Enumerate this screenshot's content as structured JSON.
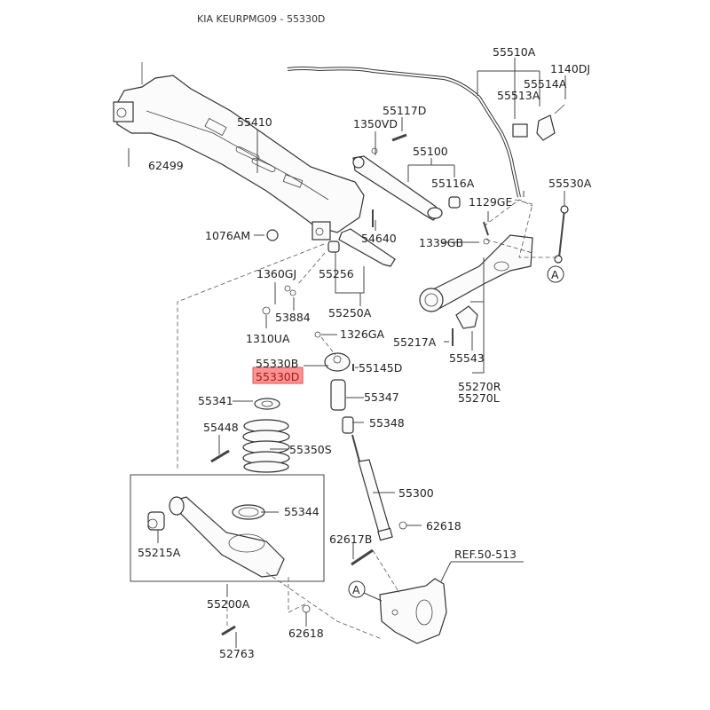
{
  "title": "KIA KEURPMG09 - 55330D",
  "highlight": {
    "part": "55330D",
    "color": "#ff8080",
    "border": "#e03030"
  },
  "labels": {
    "p55510A": "55510A",
    "p1140DJ": "1140DJ",
    "p55514A": "55514A",
    "p55513A": "55513A",
    "p55410": "55410",
    "p1350VD": "1350VD",
    "p55117D": "55117D",
    "p55100": "55100",
    "p62499": "62499",
    "p55116A": "55116A",
    "p55530A": "55530A",
    "p1129GE": "1129GE",
    "p1076AM": "1076AM",
    "p54640": "54640",
    "p1339GB": "1339GB",
    "p1360GJ": "1360GJ",
    "p55256": "55256",
    "pA1": "A",
    "p53884": "53884",
    "p55250A": "55250A",
    "p1310UA": "1310UA",
    "p1326GA": "1326GA",
    "p55217A": "55217A",
    "p55330B": "55330B",
    "p55330D": "55330D",
    "p55145D": "55145D",
    "p55543": "55543",
    "p55270R": "55270R",
    "p55270L": "55270L",
    "p55341": "55341",
    "p55347": "55347",
    "p55348": "55348",
    "p55448": "55448",
    "p55350S": "55350S",
    "p55300": "55300",
    "p55344": "55344",
    "p62618a": "62618",
    "p62617B": "62617B",
    "p55215A": "55215A",
    "pRef": "REF.50-513",
    "pA2": "A",
    "p55200A": "55200A",
    "p62618b": "62618",
    "p52763": "52763"
  }
}
